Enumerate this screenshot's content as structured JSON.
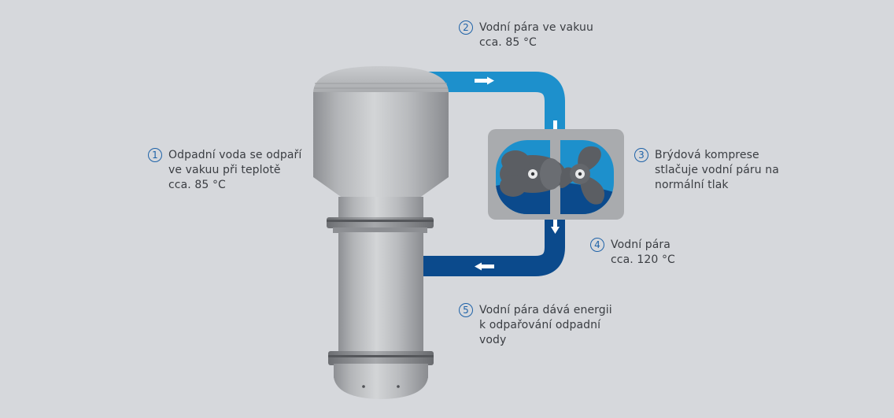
{
  "steps": [
    {
      "number": "1",
      "lines": [
        "Odpadní voda se odpaří",
        "ve vakuu při teplotě",
        "cca. 85 °C"
      ]
    },
    {
      "number": "2",
      "lines": [
        "Vodní pára ve vakuu",
        "cca. 85 °C"
      ]
    },
    {
      "number": "3",
      "lines": [
        "Brýdová komprese",
        "stlačuje vodní páru na",
        "normální tlak"
      ]
    },
    {
      "number": "4",
      "lines": [
        "Vodní pára",
        "cca. 120 °C"
      ]
    },
    {
      "number": "5",
      "lines": [
        "Vodní pára dává energii",
        "k odpařování odpadní",
        "vody"
      ]
    }
  ],
  "colors": {
    "background": "#d6d8dc",
    "vapor_vacuum": "#1d90cc",
    "vapor_compressed": "#0b4a8c",
    "accent": "#1e62a8",
    "steel": "#b4b6b9"
  }
}
